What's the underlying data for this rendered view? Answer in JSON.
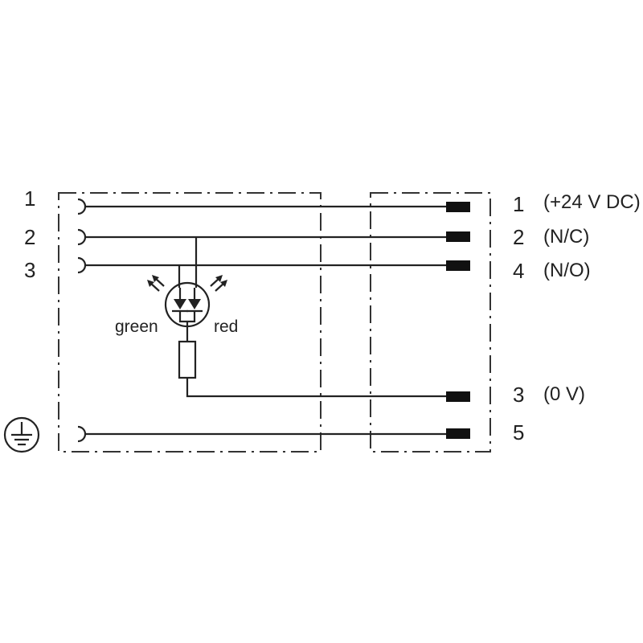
{
  "left_pins": [
    "1",
    "2",
    "3"
  ],
  "right_pins": [
    {
      "number": "1",
      "signal": "(+24 V DC)"
    },
    {
      "number": "2",
      "signal": "(N/C)"
    },
    {
      "number": "4",
      "signal": "(N/O)"
    },
    {
      "number": "3",
      "signal": "(0 V)"
    },
    {
      "number": "5",
      "signal": ""
    }
  ],
  "led_labels": {
    "left": "green",
    "right": "red"
  },
  "icons": {
    "ground": "ground-icon",
    "led": "dual-led-icon",
    "resistor": "resistor-icon"
  },
  "colors": {
    "line": "#222222",
    "background": "#ffffff"
  }
}
